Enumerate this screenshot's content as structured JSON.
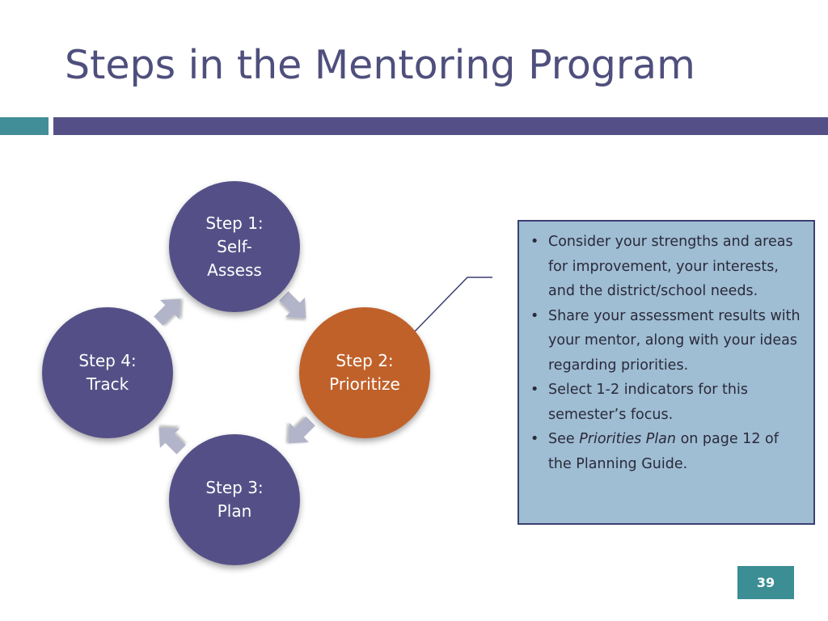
{
  "title": "Steps in the Mentoring Program",
  "colors": {
    "title": "#4f4f7d",
    "accent_teal": "#428e98",
    "accent_purple": "#545087",
    "node_default": "#545087",
    "node_active": "#c0612a",
    "arrow": "#b2b4c9",
    "callout_fill": "#9fbdd3",
    "callout_border": "#3b3f72",
    "page_number_bg": "#3b8e93"
  },
  "cycle": {
    "nodes": [
      {
        "label": "Step 1:\nSelf-\nAssess",
        "active": false
      },
      {
        "label": "Step 2:\nPrioritize",
        "active": true
      },
      {
        "label": "Step 3:\nPlan",
        "active": false
      },
      {
        "label": "Step 4:\nTrack",
        "active": false
      }
    ],
    "arrow_direction": "clockwise"
  },
  "callout": {
    "bullets": [
      {
        "text": "Consider your strengths and areas for improvement, your interests, and the district/school needs."
      },
      {
        "text": "Share your assessment results with your mentor, along with your ideas regarding priorities."
      },
      {
        "text": "Select 1-2 indicators for this semester’s focus."
      },
      {
        "prefix": "See ",
        "italic": "Priorities Plan",
        "suffix": " on page 12 of the Planning Guide."
      }
    ]
  },
  "page_number": "39"
}
